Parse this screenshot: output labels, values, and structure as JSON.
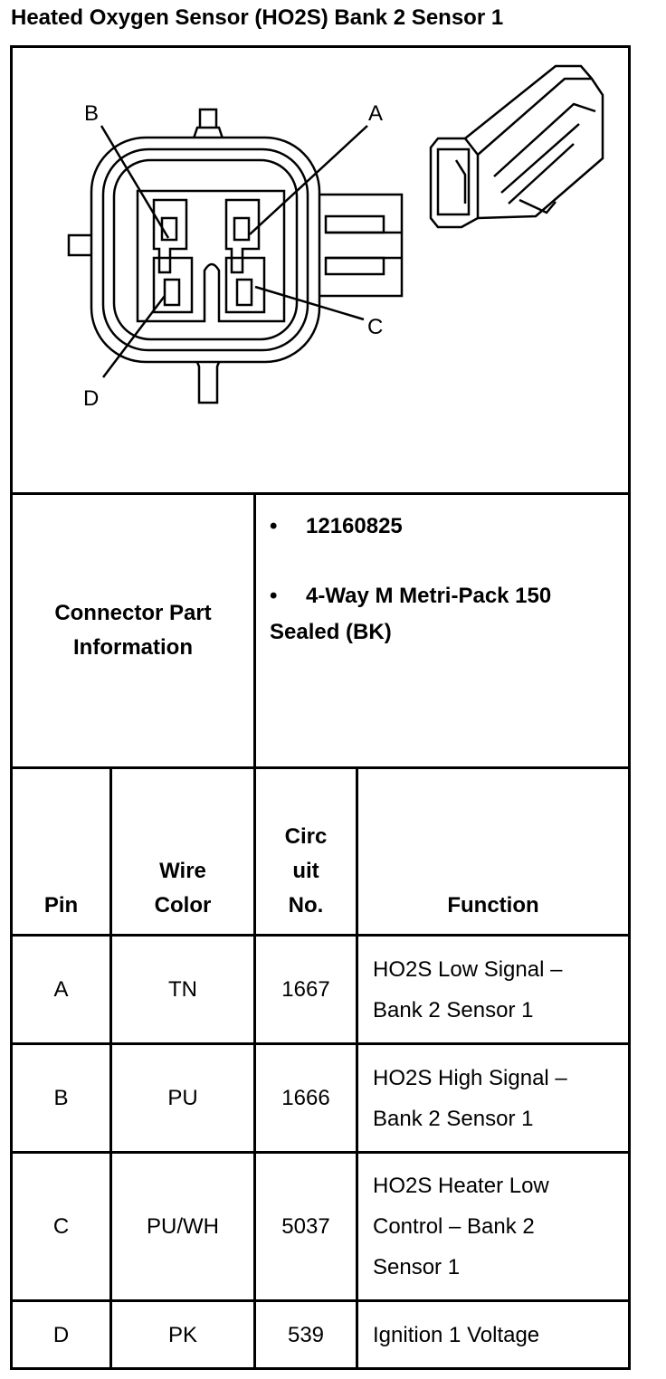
{
  "title": "Heated Oxygen Sensor (HO2S) Bank 2 Sensor 1",
  "diagram": {
    "pin_labels": [
      "A",
      "B",
      "C",
      "D"
    ]
  },
  "connector_info": {
    "label": "Connector Part Information",
    "items": [
      "12160825",
      "4-Way M Metri-Pack 150 Sealed (BK)"
    ]
  },
  "table": {
    "headers": [
      "Pin",
      "Wire Color",
      "Circuit No.",
      "Function"
    ],
    "rows": [
      {
        "pin": "A",
        "color": "TN",
        "circuit": "1667",
        "function": "HO2S Low Signal – Bank 2 Sensor 1"
      },
      {
        "pin": "B",
        "color": "PU",
        "circuit": "1666",
        "function": "HO2S High Signal – Bank 2 Sensor 1"
      },
      {
        "pin": "C",
        "color": "PU/WH",
        "circuit": "5037",
        "function": "HO2S Heater Low Control – Bank 2 Sensor 1"
      },
      {
        "pin": "D",
        "color": "PK",
        "circuit": "539",
        "function": "Ignition 1 Voltage"
      }
    ]
  }
}
